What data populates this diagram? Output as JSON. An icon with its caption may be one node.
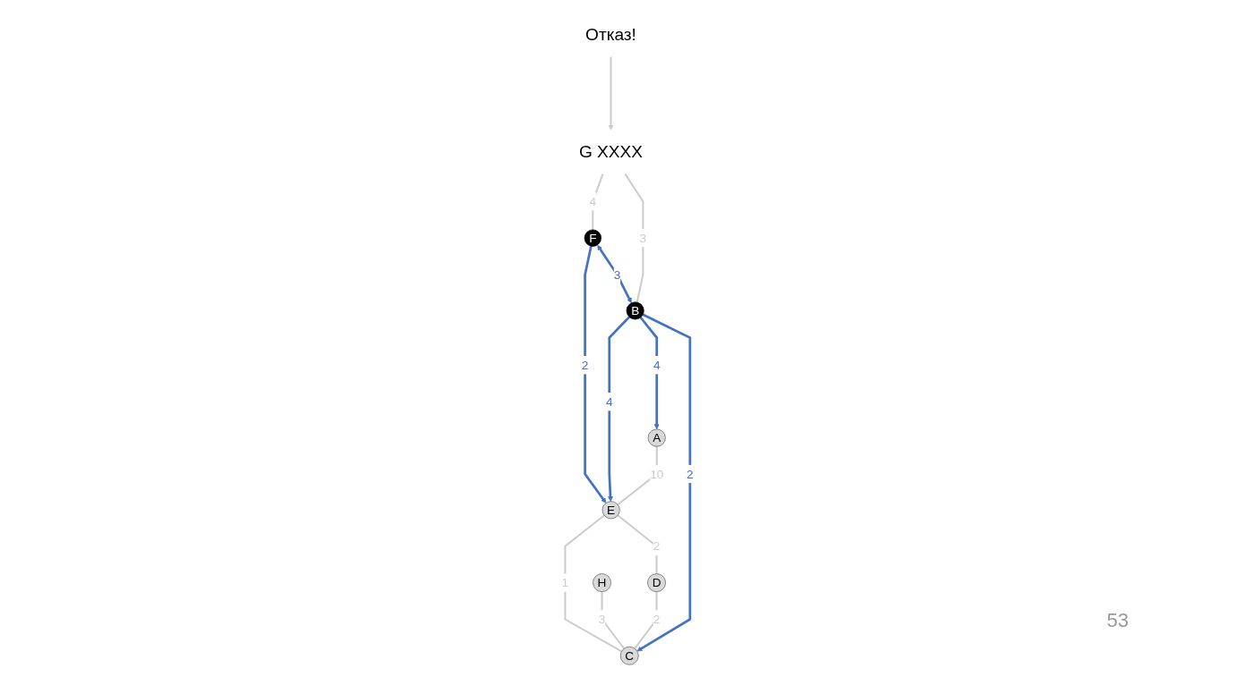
{
  "diagram": {
    "nodes": [
      {
        "text": [
          "F"
        ]
      },
      {
        "text": [
          "Отказ!"
        ]
      },
      {
        "text": [
          "E"
        ]
      },
      {
        "text": [
          "G"
        ],
        "beside": [
          "XXXX"
        ]
      },
      {
        "text": [
          "D"
        ]
      },
      {
        "text": [
          "A"
        ]
      },
      {
        "text": [
          "B"
        ]
      },
      {
        "text": [
          "H"
        ]
      },
      {
        "text": [
          "C"
        ]
      }
    ],
    "edges": [
      {
        "from": 1,
        "to": 3,
        "arrow": "to"
      },
      {
        "from": 3,
        "to": 0,
        "label": "4",
        "arrow": "none"
      },
      {
        "from": 3,
        "to": 6,
        "label": "3",
        "arrow": "none"
      },
      {
        "from": 0,
        "to": 2,
        "label": "2",
        "arrow": "to",
        "color": "#4472c4"
      },
      {
        "from": 0,
        "to": 6,
        "label": "3",
        "arrow": "both",
        "color": "#4472c4"
      },
      {
        "from": 5,
        "to": 2,
        "label": "10",
        "arrow": "none"
      },
      {
        "from": 6,
        "to": 2,
        "label": "4",
        "arrow": "to",
        "color": "#4472c4"
      },
      {
        "from": 6,
        "to": 5,
        "label": "4",
        "arrow": "to",
        "color": "#4472c4"
      },
      {
        "from": 6,
        "to": 8,
        "label": "2",
        "arrow": "to",
        "color": "#4472c4"
      },
      {
        "from": 2,
        "to": 8,
        "label": "1",
        "arrow": "none"
      },
      {
        "from": 2,
        "to": 4,
        "label": "2",
        "arrow": "none"
      },
      {
        "from": 4,
        "to": 8,
        "label": "2",
        "arrow": "none"
      },
      {
        "from": 7,
        "to": 8,
        "label": "3",
        "arrow": "none"
      }
    ],
    "labels": [
      "53"
    ]
  }
}
